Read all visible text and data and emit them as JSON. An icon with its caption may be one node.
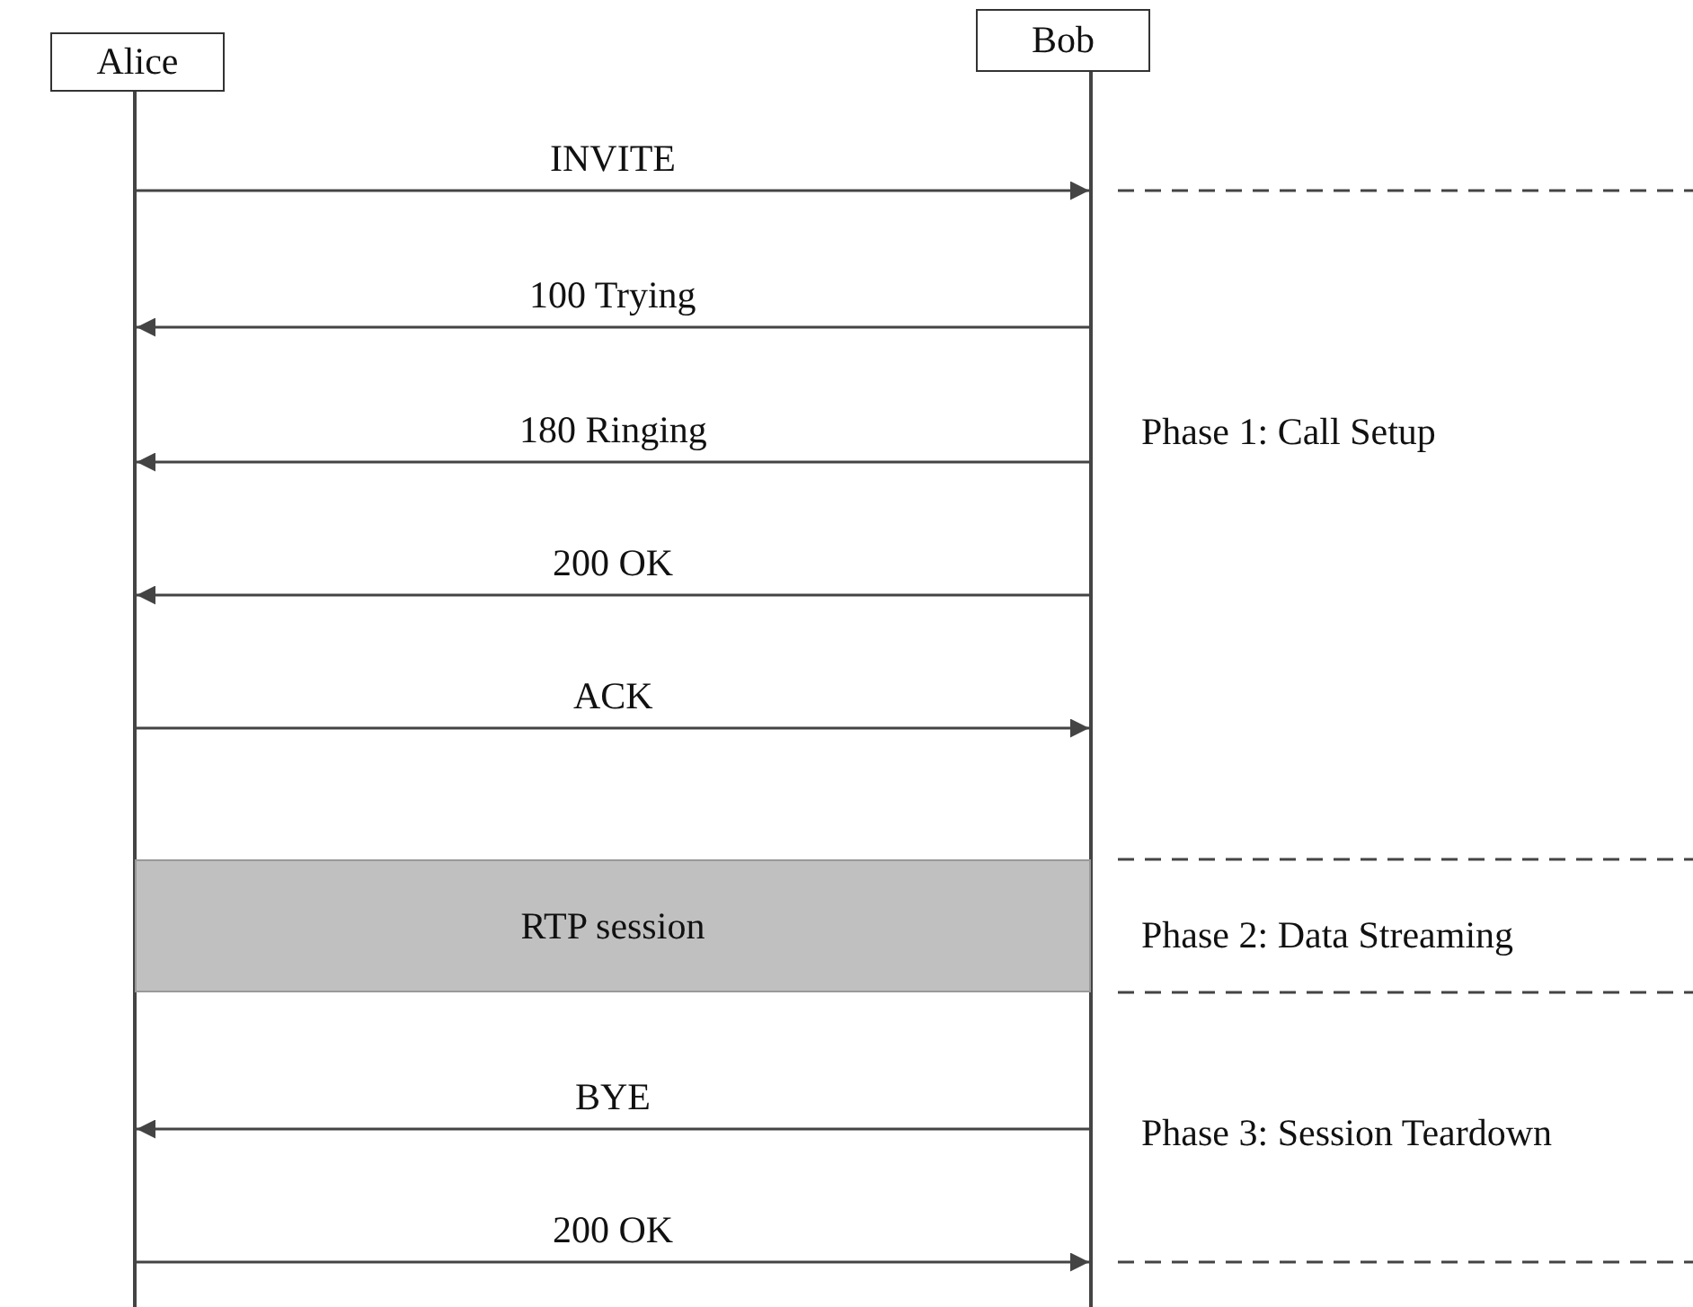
{
  "diagram": {
    "nodes": [
      {
        "text": [
          "Alice"
        ]
      },
      {
        "text": [
          "Bob"
        ]
      },
      {
        "text": [
          "RTP session"
        ]
      },
      {
        "text": [],
        "shape": "line"
      },
      {
        "text": [],
        "shape": "line"
      }
    ],
    "edges": [
      {
        "from": 3,
        "to": 4,
        "arrow": "to",
        "label": "INVITE"
      },
      {
        "from": 4,
        "to": 3,
        "arrow": "to",
        "label": "100 Trying"
      },
      {
        "from": 4,
        "to": 3,
        "arrow": "to",
        "label": "180 Ringing"
      },
      {
        "from": 4,
        "to": 3,
        "arrow": "to",
        "label": "200 OK"
      },
      {
        "from": 3,
        "to": 4,
        "arrow": "to",
        "label": "ACK"
      },
      {
        "from": 4,
        "to": 3,
        "arrow": "to",
        "label": "BYE"
      },
      {
        "from": 3,
        "to": 4,
        "arrow": "to",
        "label": "200 OK"
      }
    ],
    "labels": [
      "Phase 1: Call Setup",
      "Phase 2: Data Streaming",
      "Phase 3: Session Teardown"
    ]
  }
}
